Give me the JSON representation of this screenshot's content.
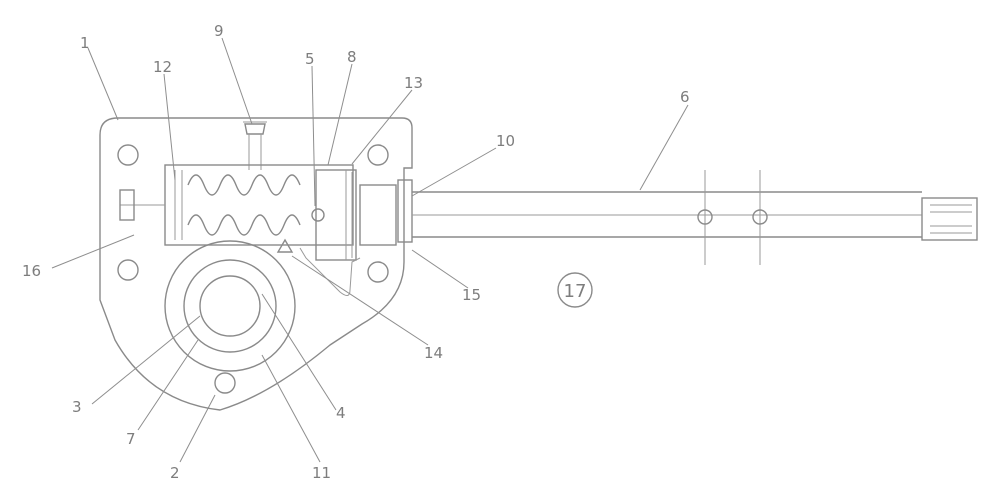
{
  "figure": {
    "reference_number": "17",
    "callouts": [
      {
        "id": "c1",
        "label": "1"
      },
      {
        "id": "c12",
        "label": "12"
      },
      {
        "id": "c9",
        "label": "9"
      },
      {
        "id": "c5",
        "label": "5"
      },
      {
        "id": "c8",
        "label": "8"
      },
      {
        "id": "c13",
        "label": "13"
      },
      {
        "id": "c10",
        "label": "10"
      },
      {
        "id": "c6",
        "label": "6"
      },
      {
        "id": "c16",
        "label": "16"
      },
      {
        "id": "c15",
        "label": "15"
      },
      {
        "id": "c14",
        "label": "14"
      },
      {
        "id": "c3",
        "label": "3"
      },
      {
        "id": "c4",
        "label": "4"
      },
      {
        "id": "c7",
        "label": "7"
      },
      {
        "id": "c2",
        "label": "2"
      },
      {
        "id": "c11",
        "label": "11"
      }
    ]
  },
  "colors": {
    "line": "#8a8a8a",
    "text": "#7d7d7d",
    "background": "#ffffff"
  }
}
